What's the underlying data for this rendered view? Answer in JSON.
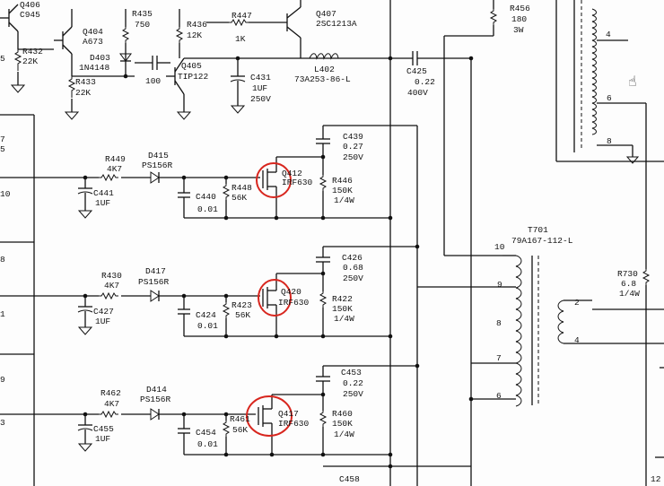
{
  "labels": [
    {
      "id": "q406",
      "text": "Q406"
    },
    {
      "id": "q406v",
      "text": "C945"
    },
    {
      "id": "q404",
      "text": "Q404"
    },
    {
      "id": "q404v",
      "text": "A673"
    },
    {
      "id": "r435",
      "text": "R435"
    },
    {
      "id": "r435v",
      "text": "750"
    },
    {
      "id": "r436",
      "text": "R436"
    },
    {
      "id": "r436v",
      "text": "12K"
    },
    {
      "id": "r447",
      "text": "R447"
    },
    {
      "id": "r447v",
      "text": "1K"
    },
    {
      "id": "q407",
      "text": "Q407"
    },
    {
      "id": "q407v",
      "text": "2SC1213A"
    },
    {
      "id": "r456",
      "text": "R456"
    },
    {
      "id": "r456v",
      "text": "180"
    },
    {
      "id": "r456w",
      "text": "3W"
    },
    {
      "id": "r5",
      "text": "5"
    },
    {
      "id": "r432",
      "text": "R432"
    },
    {
      "id": "r432v",
      "text": "22K"
    },
    {
      "id": "d403",
      "text": "D403"
    },
    {
      "id": "d403v",
      "text": "1N4148"
    },
    {
      "id": "q405",
      "text": "Q405"
    },
    {
      "id": "q405v",
      "text": "TIP122"
    },
    {
      "id": "c100",
      "text": "100"
    },
    {
      "id": "r433",
      "text": "R433"
    },
    {
      "id": "r433v",
      "text": "22K"
    },
    {
      "id": "c431",
      "text": "C431"
    },
    {
      "id": "c431v",
      "text": "1UF"
    },
    {
      "id": "c431w",
      "text": "250V"
    },
    {
      "id": "l402",
      "text": "L402"
    },
    {
      "id": "l402v",
      "text": "73A253-86-L"
    },
    {
      "id": "c425",
      "text": "C425"
    },
    {
      "id": "c425v",
      "text": "0.22"
    },
    {
      "id": "c425w",
      "text": "400V"
    },
    {
      "id": "p4",
      "text": "4"
    },
    {
      "id": "p6",
      "text": "6"
    },
    {
      "id": "p8",
      "text": "8"
    },
    {
      "id": "b7",
      "text": "7"
    },
    {
      "id": "b5",
      "text": "5"
    },
    {
      "id": "c439",
      "text": "C439"
    },
    {
      "id": "c439v",
      "text": "0.27"
    },
    {
      "id": "c439w",
      "text": "250V"
    },
    {
      "id": "r449",
      "text": "R449"
    },
    {
      "id": "r449v",
      "text": "4K7"
    },
    {
      "id": "d415",
      "text": "D415"
    },
    {
      "id": "d415v",
      "text": "PS156R"
    },
    {
      "id": "q412",
      "text": "Q412"
    },
    {
      "id": "q412v",
      "text": "IRF630"
    },
    {
      "id": "r448",
      "text": "R448"
    },
    {
      "id": "r448v",
      "text": "56K"
    },
    {
      "id": "c440",
      "text": "C440"
    },
    {
      "id": "c440v",
      "text": "0.01"
    },
    {
      "id": "c441",
      "text": "C441"
    },
    {
      "id": "c441v",
      "text": "1UF"
    },
    {
      "id": "r446",
      "text": "R446"
    },
    {
      "id": "r446v",
      "text": "150K"
    },
    {
      "id": "r446w",
      "text": "1/4W"
    },
    {
      "id": "b10",
      "text": "10"
    },
    {
      "id": "t701",
      "text": "T701"
    },
    {
      "id": "t701v",
      "text": "79A167-112-L"
    },
    {
      "id": "t10",
      "text": "10"
    },
    {
      "id": "t9",
      "text": "9"
    },
    {
      "id": "t8",
      "text": "8"
    },
    {
      "id": "t7",
      "text": "7"
    },
    {
      "id": "t6",
      "text": "6"
    },
    {
      "id": "t2",
      "text": "2"
    },
    {
      "id": "t4",
      "text": "4"
    },
    {
      "id": "r730",
      "text": "R730"
    },
    {
      "id": "r730v",
      "text": "6.8"
    },
    {
      "id": "r730w",
      "text": "1/4W"
    },
    {
      "id": "c426",
      "text": "C426"
    },
    {
      "id": "c426v",
      "text": "0.68"
    },
    {
      "id": "c426w",
      "text": "250V"
    },
    {
      "id": "r430",
      "text": "R430"
    },
    {
      "id": "r430v",
      "text": "4K7"
    },
    {
      "id": "d417",
      "text": "D417"
    },
    {
      "id": "d417v",
      "text": "PS156R"
    },
    {
      "id": "q420",
      "text": "Q420"
    },
    {
      "id": "q420v",
      "text": "IRF630"
    },
    {
      "id": "r423",
      "text": "R423"
    },
    {
      "id": "r423v",
      "text": "56K"
    },
    {
      "id": "c424",
      "text": "C424"
    },
    {
      "id": "c424v",
      "text": "0.01"
    },
    {
      "id": "c427",
      "text": "C427"
    },
    {
      "id": "c427v",
      "text": "1UF"
    },
    {
      "id": "r422",
      "text": "R422"
    },
    {
      "id": "r422v",
      "text": "150K"
    },
    {
      "id": "r422w",
      "text": "1/4W"
    },
    {
      "id": "b8",
      "text": "8"
    },
    {
      "id": "b1",
      "text": "1"
    },
    {
      "id": "c453",
      "text": "C453"
    },
    {
      "id": "c453v",
      "text": "0.22"
    },
    {
      "id": "c453w",
      "text": "250V"
    },
    {
      "id": "r462",
      "text": "R462"
    },
    {
      "id": "r462v",
      "text": "4K7"
    },
    {
      "id": "d414",
      "text": "D414"
    },
    {
      "id": "d414v",
      "text": "PS156R"
    },
    {
      "id": "q417",
      "text": "Q417"
    },
    {
      "id": "q417v",
      "text": "IRF630"
    },
    {
      "id": "r461",
      "text": "R461"
    },
    {
      "id": "r461v",
      "text": "56K"
    },
    {
      "id": "c454",
      "text": "C454"
    },
    {
      "id": "c454v",
      "text": "0.01"
    },
    {
      "id": "c455",
      "text": "C455"
    },
    {
      "id": "c455v",
      "text": "1UF"
    },
    {
      "id": "r460",
      "text": "R460"
    },
    {
      "id": "r460v",
      "text": "150K"
    },
    {
      "id": "r460w",
      "text": "1/4W"
    },
    {
      "id": "b9",
      "text": "9"
    },
    {
      "id": "b3",
      "text": "3"
    },
    {
      "id": "c458",
      "text": "C458"
    },
    {
      "id": "b12",
      "text": "12"
    }
  ],
  "highlight_color": "#d8261e"
}
